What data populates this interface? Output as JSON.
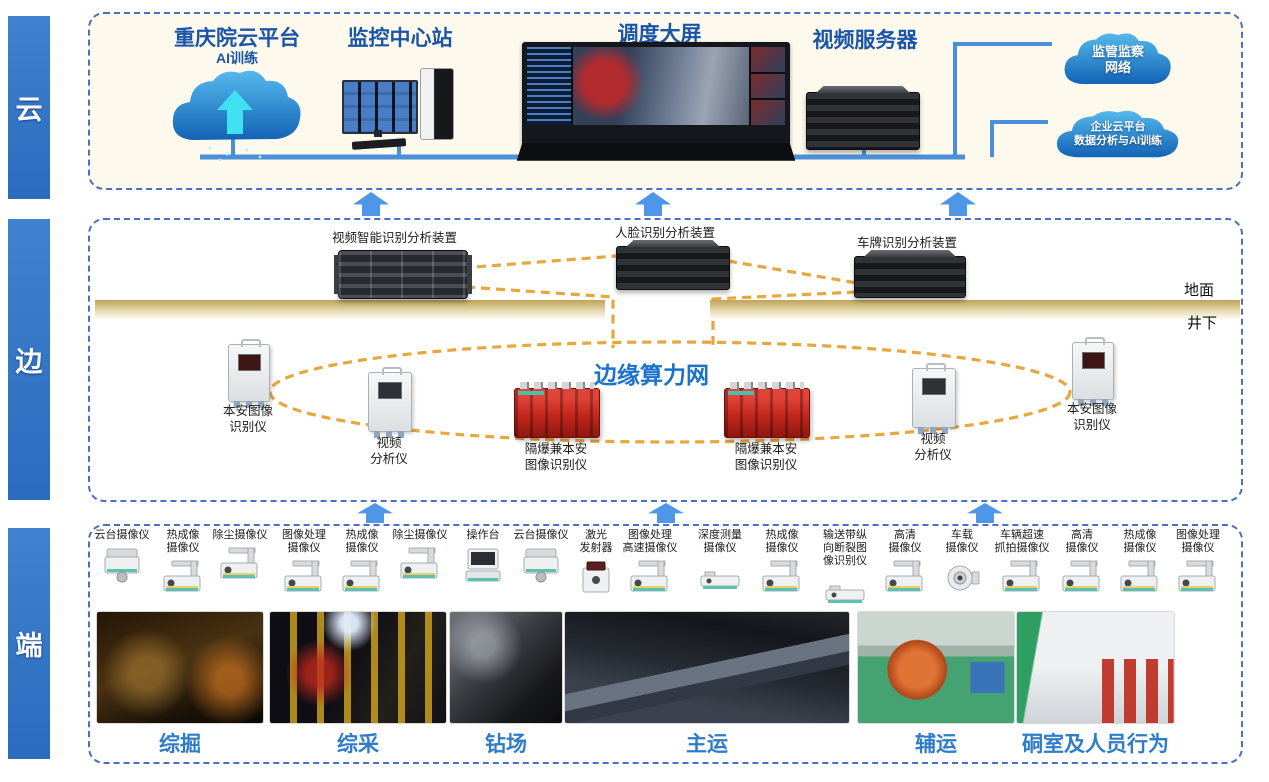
{
  "colors": {
    "accent_blue": "#2a6cbe",
    "title_blue": "#1a55a8",
    "caption_blue": "#2f7cc9",
    "arrow_blue": "#4e96e8",
    "bus_blue": "#4a90d9",
    "orange_dash": "#e8a63c",
    "ground_tan": "#bda35c",
    "device_red": "#c2271d"
  },
  "layer_bars": [
    {
      "label": "云"
    },
    {
      "label": "边"
    },
    {
      "label": "端"
    }
  ],
  "cloud": {
    "platform_title": "重庆院云平台",
    "platform_subtitle": "AI训练",
    "monitor_station": "监控中心站",
    "dispatch_screen": "调度大屏",
    "video_server": "视频服务器",
    "cloud_regulator": "监管监察\n网络",
    "cloud_enterprise": "企业云平台\n数据分析与AI训练"
  },
  "edge": {
    "server_video": "视频智能识别分析装置",
    "server_face": "人脸识别分析装置",
    "server_plate": "车牌识别分析装置",
    "ground_label": "地面",
    "underground_label": "井下",
    "network_title": "边缘算力网",
    "devices": [
      {
        "label": "本安图像\n识别仪"
      },
      {
        "label": "视频\n分析仪"
      },
      {
        "label": "隔爆兼本安\n图像识别仪"
      },
      {
        "label": "隔爆兼本安\n图像识别仪"
      },
      {
        "label": "视频\n分析仪"
      },
      {
        "label": "本安图像\n识别仪"
      }
    ]
  },
  "end": {
    "devices": [
      {
        "label": "云台摄像仪",
        "icon": "ptz-camera-icon"
      },
      {
        "label": "热成像\n摄像仪",
        "icon": "camera-icon"
      },
      {
        "label": "除尘摄像仪",
        "icon": "camera-icon"
      },
      {
        "label": "图像处理\n摄像仪",
        "icon": "camera-icon"
      },
      {
        "label": "热成像\n摄像仪",
        "icon": "camera-icon"
      },
      {
        "label": "除尘摄像仪",
        "icon": "camera-icon"
      },
      {
        "label": "操作台",
        "icon": "console-icon"
      },
      {
        "label": "云台摄像仪",
        "icon": "ptz-camera-icon"
      },
      {
        "label": "激光\n发射器",
        "icon": "laser-emitter-icon"
      },
      {
        "label": "图像处理\n高速摄像仪",
        "icon": "camera-icon"
      },
      {
        "label": "深度测量\n摄像仪",
        "icon": "flat-camera-icon"
      },
      {
        "label": "热成像\n摄像仪",
        "icon": "camera-icon"
      },
      {
        "label": "输送带纵\n向断裂图\n像识别仪",
        "icon": "flat-camera-icon"
      },
      {
        "label": "高清\n摄像仪",
        "icon": "camera-icon"
      },
      {
        "label": "车载\n摄像仪",
        "icon": "round-camera-icon"
      },
      {
        "label": "车辆超速\n抓拍摄像仪",
        "icon": "camera-icon"
      },
      {
        "label": "高清\n摄像仪",
        "icon": "camera-icon"
      },
      {
        "label": "热成像\n摄像仪",
        "icon": "camera-icon"
      },
      {
        "label": "图像处理\n摄像仪",
        "icon": "camera-icon"
      }
    ],
    "groups": [
      {
        "caption": "综掘"
      },
      {
        "caption": "综采"
      },
      {
        "caption": "钻场"
      },
      {
        "caption": "主运"
      },
      {
        "caption": "辅运"
      },
      {
        "caption": "硐室及人员行为"
      }
    ]
  }
}
